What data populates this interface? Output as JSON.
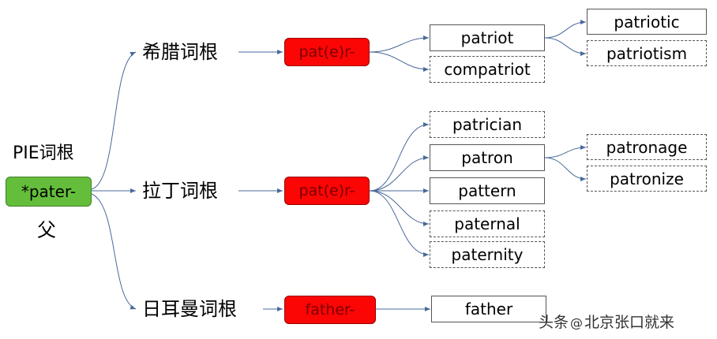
{
  "root": {
    "heading": "PIE词根",
    "term": "*pater-",
    "meaning": "父"
  },
  "branches": {
    "greek": {
      "label": "希腊词根",
      "root": "pat(e)r-"
    },
    "latin": {
      "label": "拉丁词根",
      "root": "pat(e)r-"
    },
    "german": {
      "label": "日耳曼词根",
      "root": "father-"
    }
  },
  "words": {
    "patriot": "patriot",
    "compatriot": "compatriot",
    "patriotic": "patriotic",
    "patriotism": "patriotism",
    "patrician": "patrician",
    "patron": "patron",
    "pattern": "pattern",
    "paternal": "paternal",
    "paternity": "paternity",
    "patronage": "patronage",
    "patronize": "patronize",
    "father": "father"
  },
  "watermark": {
    "prefix": "头条",
    "suffix": "北京张口就来"
  },
  "colors": {
    "root_fill": "#64be3c",
    "branch_fill": "#fb0505",
    "line": "#4a6a9a"
  }
}
